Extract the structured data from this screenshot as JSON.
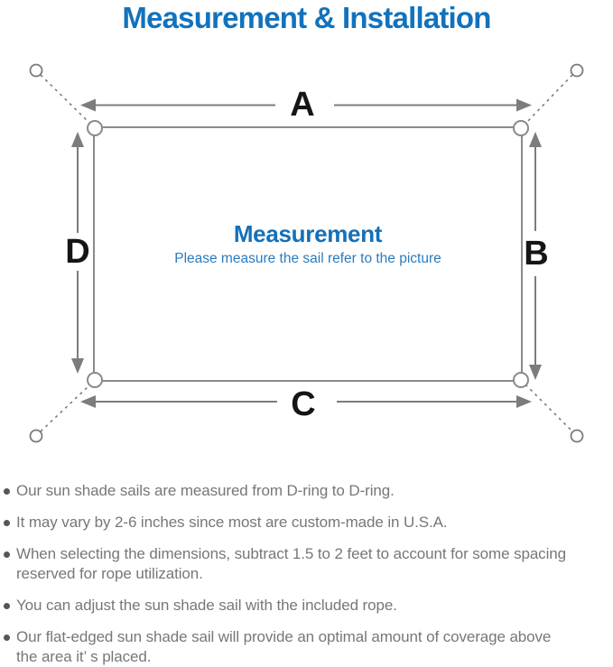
{
  "page": {
    "title": "Measurement & Installation",
    "background": "#ffffff",
    "title_color": "#1272bc"
  },
  "diagram": {
    "labels": {
      "top": "A",
      "right": "B",
      "bottom": "C",
      "left": "D"
    },
    "center": {
      "heading": "Measurement",
      "subheading": "Please measure the sail refer to the picture"
    },
    "colors": {
      "sail_outline": "#8a8a8a",
      "arrow": "#7c7c7c",
      "tether_dash": "#7b7b7b",
      "dimension_label": "#151515",
      "heading_blue": "#1470b9",
      "subheading_blue": "#2b7cbe"
    }
  },
  "notes": {
    "bullet_color": "#55565a",
    "text_color": "#76777a",
    "items": [
      "Our sun shade sails are measured from D-ring to D-ring.",
      "It may vary by 2-6 inches since most are custom-made in U.S.A.",
      "When selecting the dimensions, subtract 1.5 to 2 feet to account for some spacing\nreserved for rope utilization.",
      "You can adjust the sun shade sail with the included rope.",
      "Our flat-edged sun shade sail will provide an optimal amount of coverage above\nthe area it’ s placed."
    ]
  }
}
